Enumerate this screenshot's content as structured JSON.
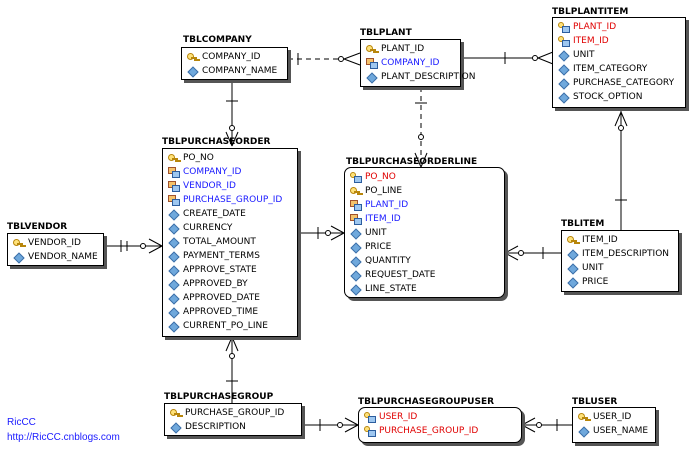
{
  "tables": {
    "tblcompany": {
      "title": "TBLCOMPANY",
      "columns": [
        {
          "name": "COMPANY_ID",
          "kind": "pk"
        },
        {
          "name": "COMPANY_NAME",
          "kind": "col"
        }
      ]
    },
    "tblplant": {
      "title": "TBLPLANT",
      "columns": [
        {
          "name": "PLANT_ID",
          "kind": "pk"
        },
        {
          "name": "COMPANY_ID",
          "kind": "fk"
        },
        {
          "name": "PLANT_DESCRIPTION",
          "kind": "col"
        }
      ]
    },
    "tblplantitem": {
      "title": "TBLPLANTITEM",
      "columns": [
        {
          "name": "PLANT_ID",
          "kind": "pf"
        },
        {
          "name": "ITEM_ID",
          "kind": "pf"
        },
        {
          "name": "UNIT",
          "kind": "col"
        },
        {
          "name": "ITEM_CATEGORY",
          "kind": "col"
        },
        {
          "name": "PURCHASE_CATEGORY",
          "kind": "col"
        },
        {
          "name": "STOCK_OPTION",
          "kind": "col"
        }
      ]
    },
    "tblpurchaseorder": {
      "title": "TBLPURCHASEORDER",
      "columns": [
        {
          "name": "PO_NO",
          "kind": "pk"
        },
        {
          "name": "COMPANY_ID",
          "kind": "fk"
        },
        {
          "name": "VENDOR_ID",
          "kind": "fk"
        },
        {
          "name": "PURCHASE_GROUP_ID",
          "kind": "fk"
        },
        {
          "name": "CREATE_DATE",
          "kind": "col"
        },
        {
          "name": "CURRENCY",
          "kind": "col"
        },
        {
          "name": "TOTAL_AMOUNT",
          "kind": "col"
        },
        {
          "name": "PAYMENT_TERMS",
          "kind": "col"
        },
        {
          "name": "APPROVE_STATE",
          "kind": "col"
        },
        {
          "name": "APPROVED_BY",
          "kind": "col"
        },
        {
          "name": "APPROVED_DATE",
          "kind": "col"
        },
        {
          "name": "APPROVED_TIME",
          "kind": "col"
        },
        {
          "name": "CURRENT_PO_LINE",
          "kind": "col"
        }
      ]
    },
    "tblpurchaseorderline": {
      "title": "TBLPURCHASEORDERLINE",
      "columns": [
        {
          "name": "PO_NO",
          "kind": "pf"
        },
        {
          "name": "PO_LINE",
          "kind": "pk"
        },
        {
          "name": "PLANT_ID",
          "kind": "fk"
        },
        {
          "name": "ITEM_ID",
          "kind": "fk"
        },
        {
          "name": "UNIT",
          "kind": "col"
        },
        {
          "name": "PRICE",
          "kind": "col"
        },
        {
          "name": "QUANTITY",
          "kind": "col"
        },
        {
          "name": "REQUEST_DATE",
          "kind": "col"
        },
        {
          "name": "LINE_STATE",
          "kind": "col"
        }
      ]
    },
    "tblvendor": {
      "title": "TBLVENDOR",
      "columns": [
        {
          "name": "VENDOR_ID",
          "kind": "pk"
        },
        {
          "name": "VENDOR_NAME",
          "kind": "col"
        }
      ]
    },
    "tblitem": {
      "title": "TBLITEM",
      "columns": [
        {
          "name": "ITEM_ID",
          "kind": "pk"
        },
        {
          "name": "ITEM_DESCRIPTION",
          "kind": "col"
        },
        {
          "name": "UNIT",
          "kind": "col"
        },
        {
          "name": "PRICE",
          "kind": "col"
        }
      ]
    },
    "tblpurchasegroup": {
      "title": "TBLPURCHASEGROUP",
      "columns": [
        {
          "name": "PURCHASE_GROUP_ID",
          "kind": "pk"
        },
        {
          "name": "DESCRIPTION",
          "kind": "col"
        }
      ]
    },
    "tblpurchasegroupuser": {
      "title": "TBLPURCHASEGROUPUSER",
      "columns": [
        {
          "name": "USER_ID",
          "kind": "pf"
        },
        {
          "name": "PURCHASE_GROUP_ID",
          "kind": "pf"
        }
      ]
    },
    "tbluser": {
      "title": "TBLUSER",
      "columns": [
        {
          "name": "USER_ID",
          "kind": "pk"
        },
        {
          "name": "USER_NAME",
          "kind": "col"
        }
      ]
    }
  },
  "footer": {
    "author": "RicCC",
    "url": "http://RicCC.cnblogs.com"
  },
  "colors": {
    "foreign_key_text": "#1a1aff",
    "pk_fk_text": "#e00000",
    "column_icon": "#6fa8dc"
  }
}
